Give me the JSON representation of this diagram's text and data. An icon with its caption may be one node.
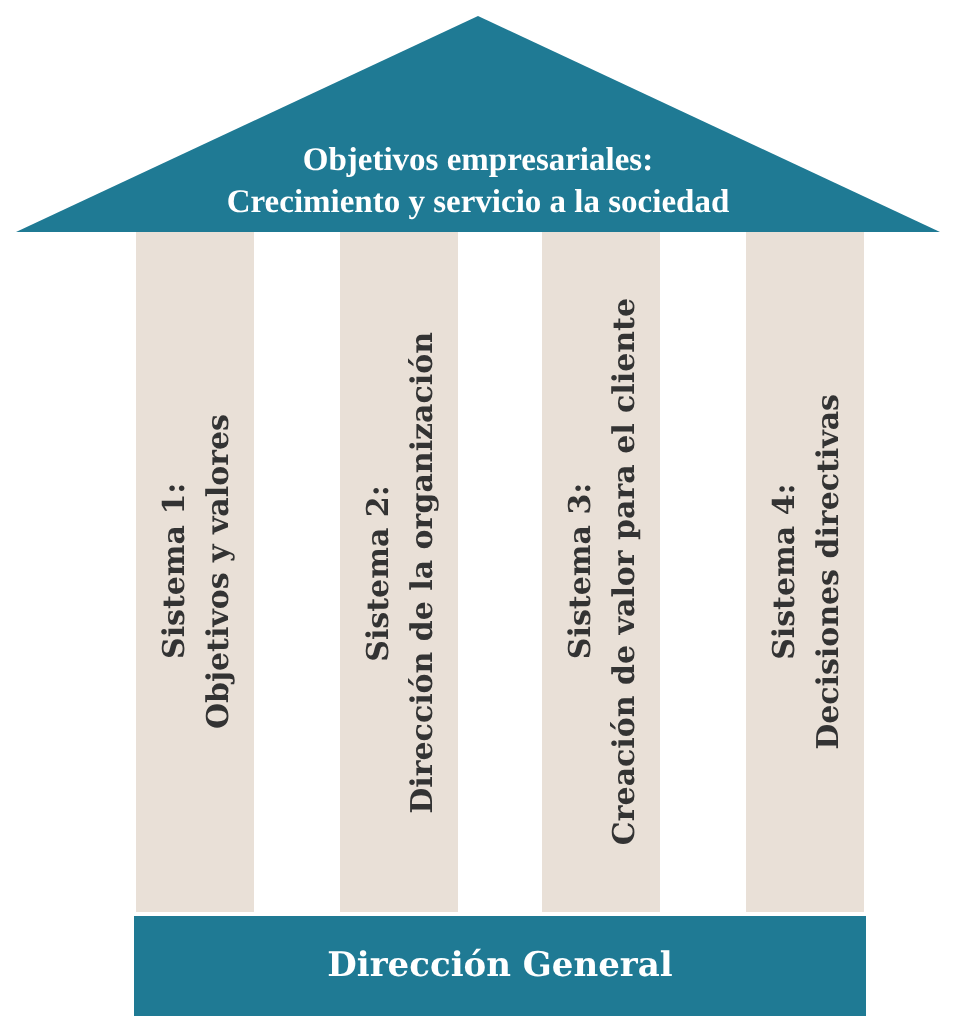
{
  "diagram": {
    "nodes": [
      {
        "text": [
          "Objetivos empresariales:",
          "Crecimiento y servicio a la sociedad"
        ]
      },
      {
        "text": [
          "Sistema 1:",
          "Objetivos y valores"
        ]
      },
      {
        "text": [
          "Sistema 2:",
          "Dirección de la organización"
        ]
      },
      {
        "text": [
          "Sistema 3:",
          "Creación de valor para el cliente"
        ]
      },
      {
        "text": [
          "Sistema 4:",
          "Decisiones directivas"
        ]
      },
      {
        "text": [
          "Dirección General"
        ]
      }
    ]
  }
}
